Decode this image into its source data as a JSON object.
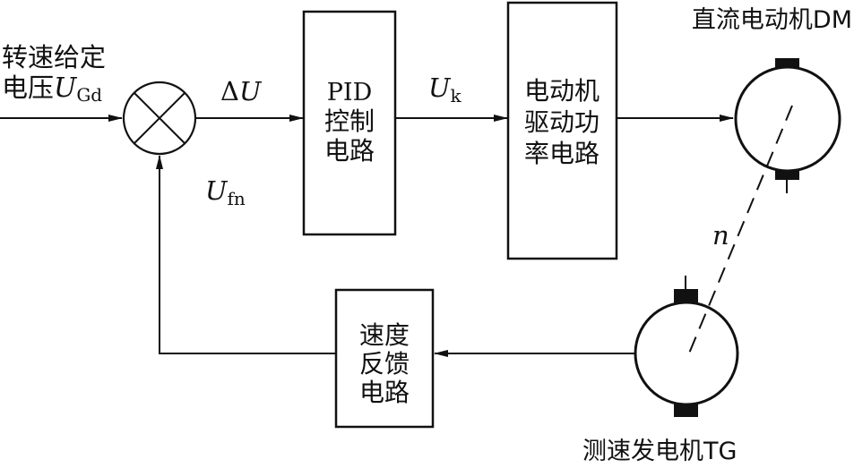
{
  "input_label": {
    "line1": "转速给定",
    "line2_prefix": "电压",
    "symbol": "U",
    "subscript": "Gd"
  },
  "error_signal": {
    "delta": "Δ",
    "symbol": "U"
  },
  "feedback_signal": {
    "symbol": "U",
    "subscript": "fn"
  },
  "control_signal": {
    "symbol": "U",
    "subscript": "k"
  },
  "pid_block": {
    "line1": "PID",
    "line2": "控制",
    "line3": "电路"
  },
  "driver_block": {
    "line1": "电动机",
    "line2": "驱动功",
    "line3": "率电路"
  },
  "feedback_block": {
    "line1": "速度",
    "line2": "反馈",
    "line3": "电路"
  },
  "dc_motor_label": "直流电动机DM",
  "tacho_label": "测速发电机TG",
  "shaft_label": "n"
}
